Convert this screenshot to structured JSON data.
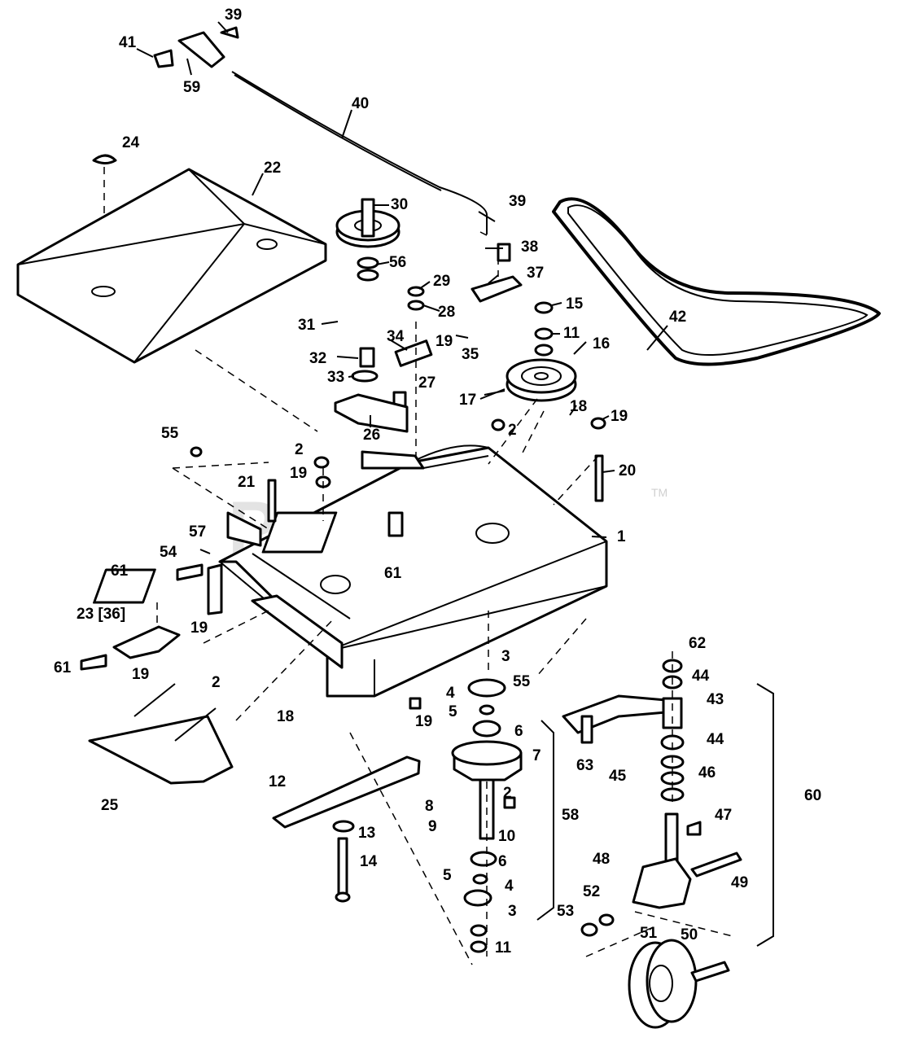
{
  "watermark": {
    "text": "PartsTree",
    "trademark": "TM"
  },
  "callouts": {
    "c39a": "39",
    "c41": "41",
    "c59": "59",
    "c40": "40",
    "c24": "24",
    "c22": "22",
    "c39b": "39",
    "c30": "30",
    "c38": "38",
    "c56": "56",
    "c29": "29",
    "c37": "37",
    "c28": "28",
    "c31": "31",
    "c15": "15",
    "c42": "42",
    "c11a": "11",
    "c34": "34",
    "c35": "35",
    "c32": "32",
    "c19a": "19",
    "c16": "16",
    "c33": "33",
    "c27": "27",
    "c17": "17",
    "c18a": "18",
    "c19b": "19",
    "c2a": "2",
    "c26": "26",
    "c55a": "55",
    "c2b": "2",
    "c20": "20",
    "c19c": "19",
    "c21": "21",
    "c1": "1",
    "c57": "57",
    "c54": "54",
    "c61a": "61",
    "c61b": "61",
    "c2336": "23 [36]",
    "c19d": "19",
    "c61c": "61",
    "c19e": "19",
    "c3a": "3",
    "c62": "62",
    "c2c": "2",
    "c44a": "44",
    "c55b": "55",
    "c4a": "4",
    "c43": "43",
    "c5a": "5",
    "c18b": "18",
    "c19f": "19",
    "c6a": "6",
    "c44b": "44",
    "c7": "7",
    "c63": "63",
    "c45": "45",
    "c46": "46",
    "c25": "25",
    "c60": "60",
    "c12": "12",
    "c8": "8",
    "c2d": "2",
    "c9": "9",
    "c58": "58",
    "c47": "47",
    "c13": "13",
    "c10": "10",
    "c14": "14",
    "c6b": "6",
    "c48": "48",
    "c49": "49",
    "c5b": "5",
    "c4b": "4",
    "c52": "52",
    "c3b": "3",
    "c53": "53",
    "c51": "51",
    "c50": "50",
    "c11b": "11"
  }
}
